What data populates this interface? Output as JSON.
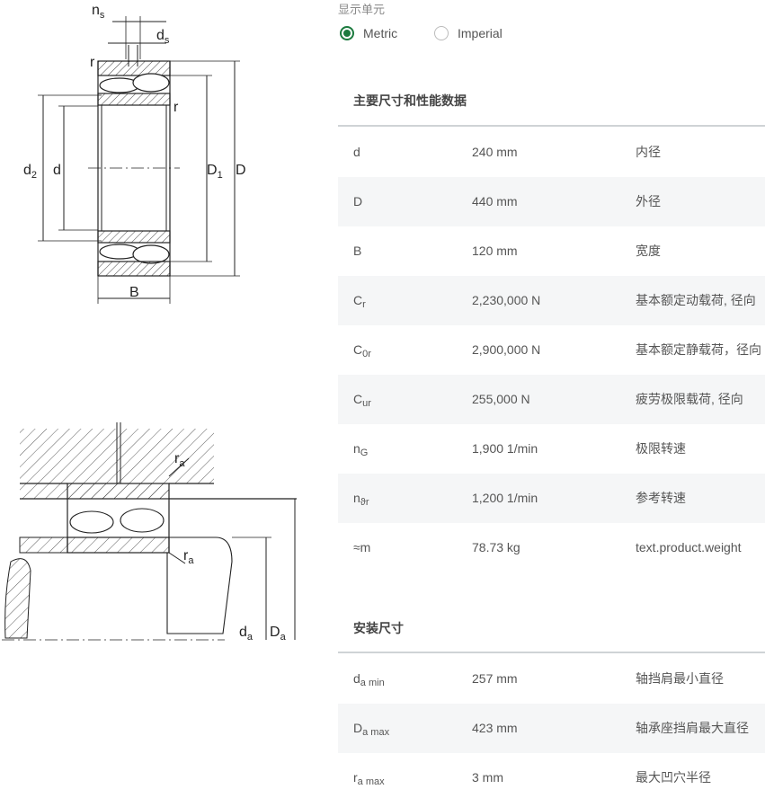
{
  "drawing_labels": {
    "ns": "n",
    "ns_sub": "s",
    "ds": "d",
    "ds_sub": "s",
    "r": "r",
    "d2": "d",
    "d2_sub": "2",
    "d": "d",
    "D1": "D",
    "D1_sub": "1",
    "D": "D",
    "B": "B",
    "ra": "r",
    "ra_sub": "a",
    "da": "d",
    "da_sub": "a",
    "Da": "D",
    "Da_sub": "a"
  },
  "units": {
    "label": "显示单元",
    "options": [
      {
        "label": "Metric",
        "checked": true
      },
      {
        "label": "Imperial",
        "checked": false
      }
    ]
  },
  "main_dimensions": {
    "title": "主要尺寸和性能数据",
    "rows": [
      {
        "sym": "d",
        "sub": "",
        "value": "240 mm",
        "desc": "内径"
      },
      {
        "sym": "D",
        "sub": "",
        "value": "440 mm",
        "desc": "外径"
      },
      {
        "sym": "B",
        "sub": "",
        "value": "120 mm",
        "desc": "宽度"
      },
      {
        "sym": "C",
        "sub": "r",
        "value": "2,230,000 N",
        "desc": "基本额定动载荷, 径向"
      },
      {
        "sym": "C",
        "sub": "0r",
        "value": "2,900,000 N",
        "desc": "基本额定静载荷，径向"
      },
      {
        "sym": "C",
        "sub": "ur",
        "value": "255,000 N",
        "desc": "疲劳极限载荷, 径向"
      },
      {
        "sym": "n",
        "sub": "G",
        "value": "1,900 1/min",
        "desc": "极限转速"
      },
      {
        "sym": "n",
        "sub": "ϑr",
        "value": "1,200 1/min",
        "desc": "参考转速"
      },
      {
        "sym": "≈m",
        "sub": "",
        "value": "78.73 kg",
        "desc": "text.product.weight"
      }
    ]
  },
  "mounting_dimensions": {
    "title": "安装尺寸",
    "rows": [
      {
        "sym": "d",
        "sub": "a min",
        "value": "257 mm",
        "desc": "轴挡肩最小直径"
      },
      {
        "sym": "D",
        "sub": "a max",
        "value": "423 mm",
        "desc": "轴承座挡肩最大直径"
      },
      {
        "sym": "r",
        "sub": "a max",
        "value": "3 mm",
        "desc": "最大凹穴半径"
      }
    ]
  }
}
